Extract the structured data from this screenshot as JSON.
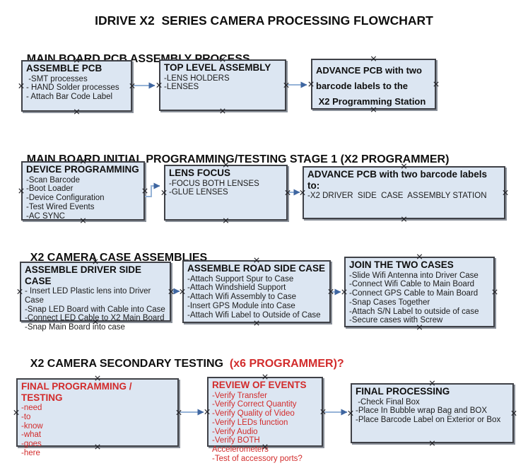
{
  "title": "IDRIVE X2  SERIES CAMERA PROCESSING FLOWCHART",
  "colors": {
    "box_fill": "#dce6f2",
    "box_border": "#3f4147",
    "red": "#d22b2b",
    "arrow_line": "#95b3d7",
    "arrow_head": "#3f66a0"
  },
  "sections": [
    {
      "heading": "MAIN BOARD PCB ASSEMBLY PROCESS",
      "boxes": [
        {
          "title": "ASSEMBLE PCB",
          "items": [
            " -SMT processes",
            "- HAND Solder processes",
            "- Attach Bar Code Label"
          ]
        },
        {
          "title": "TOP LEVEL ASSEMBLY",
          "items": [
            "-LENS HOLDERS",
            "-LENSES"
          ]
        },
        {
          "title": "ADVANCE PCB with two\nbarcode labels to the\n X2 Programming Station",
          "items": []
        }
      ]
    },
    {
      "heading": "MAIN BOARD INITIAL PROGRAMMING/TESTING STAGE 1 (X2 PROGRAMMER)",
      "boxes": [
        {
          "title": "DEVICE PROGRAMMING",
          "items": [
            "-Scan Barcode",
            "-Boot Loader",
            "-Device Configuration",
            "-Test Wired Events",
            "-AC SYNC"
          ]
        },
        {
          "title": "LENS FOCUS",
          "items": [
            "-FOCUS BOTH LENSES",
            "-GLUE LENSES"
          ]
        },
        {
          "title": "ADVANCE PCB with two barcode labels to:",
          "items": [
            "-X2 DRIVER  SIDE  CASE  ASSEMBLY STATION"
          ]
        }
      ]
    },
    {
      "heading": "X2 CAMERA CASE ASSEMBLIES",
      "boxes": [
        {
          "title": "ASSEMBLE DRIVER SIDE CASE",
          "items": [
            "- Insert LED Plastic lens into Driver Case",
            "-Snap LED Board with Cable into Case",
            "-Connect LED Cable to X2 Main Board",
            "-Snap Main Board into case"
          ]
        },
        {
          "title": "ASSEMBLE ROAD SIDE CASE",
          "items": [
            "-Attach Support Spur to Case",
            "-Attach Windshield Support",
            "-Attach Wifi Assembly to Case",
            "-Insert GPS Module into Case",
            "-Attach Wifi Label to Outside of Case"
          ]
        },
        {
          "title": "JOIN THE TWO CASES",
          "items": [
            "-Slide Wifi Antenna into Driver Case",
            "-Connect Wifi Cable to Main Board",
            "-Connect GPS Cable to Main Board",
            "-Snap Cases Together",
            "-Attach S/N Label to outside of case",
            "-Secure cases with Screw"
          ]
        }
      ]
    },
    {
      "heading": "X2 CAMERA SECONDARY TESTING  ",
      "heading_red": "(x6 PROGRAMMER)?",
      "boxes": [
        {
          "title": "FINAL PROGRAMMING / TESTING",
          "items": [
            "-need",
            "-to",
            "-know",
            "-what",
            "-goes",
            "-here"
          ]
        },
        {
          "title": "REVIEW OF EVENTS",
          "items": [
            "-Verify Transfer",
            "-Verify Correct Quantity",
            "-Verify Quality of Video",
            "-Verify LEDs function",
            "-Verify Audio",
            "-Verify BOTH Accelerometers",
            "-Test of accessory ports?"
          ]
        },
        {
          "title": "FINAL PROCESSING",
          "items": [
            " -Check Final Box",
            "-Place In Bubble wrap Bag and BOX",
            "-Place Barcode Label on Exterior or Box"
          ]
        }
      ]
    }
  ]
}
